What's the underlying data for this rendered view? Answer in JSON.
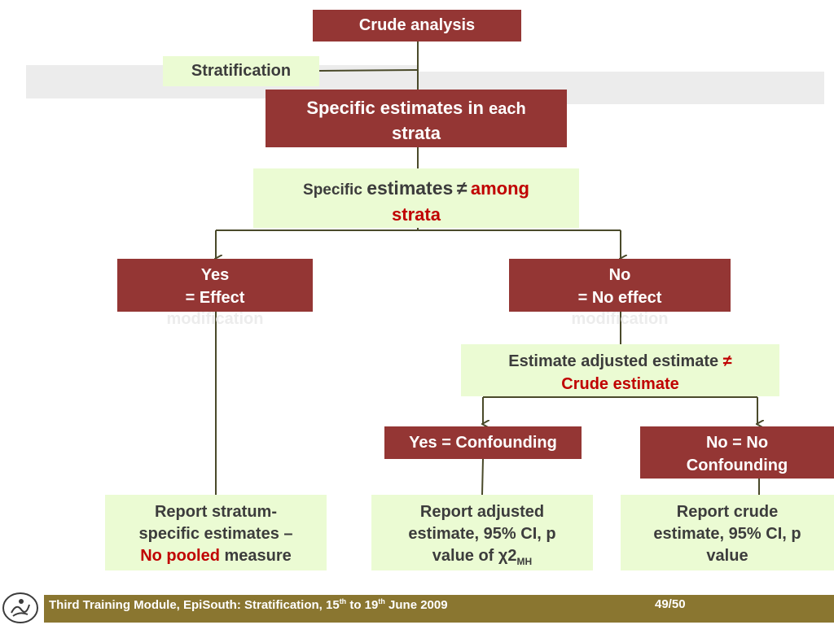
{
  "nodes": {
    "crude_analysis": "Crude analysis",
    "stratification": "Stratification",
    "specific_estimates": {
      "part1": "Specific estimates in ",
      "part2": "each",
      "part3": "strata"
    },
    "among_strata": {
      "part1": "Specific ",
      "part2": "estimates",
      "neq": "≠",
      "part3": "among",
      "part4": "strata"
    },
    "yes_effect": {
      "line1": "Yes",
      "line2": "= Effect",
      "line3": "modification"
    },
    "no_effect": {
      "line1": "No",
      "line2": "= No effect",
      "line3": "modification"
    },
    "adjusted_vs_crude": {
      "part1": "Estimate adjusted estimate ",
      "neq": "≠",
      "part2": "Crude estimate"
    },
    "yes_confounding": "Yes  = Confounding",
    "no_confounding": {
      "line1": "No  = No",
      "line2": "Confounding"
    },
    "report_stratum": {
      "line1": "Report stratum-",
      "line2": "specific estimates –",
      "part3": "No pooled",
      "part4": " measure"
    },
    "report_adjusted": {
      "line1": "Report adjusted",
      "line2": "estimate, 95% CI, p",
      "line3": "value of χ2",
      "sub": "MH"
    },
    "report_crude": {
      "line1": "Report crude",
      "line2": "estimate, 95% CI, p",
      "line3": "value"
    }
  },
  "footer": {
    "text_a": "Third Training Module, EpiSouth: Stratification,  15",
    "sup_a": "th",
    "text_b": " to 19",
    "sup_b": "th",
    "text_c": " June 2009",
    "page": "49/50"
  },
  "colors": {
    "red_box": "#943634",
    "green_box": "#ebfbd3",
    "highlight": "#c00000",
    "footer": "#8a7630",
    "connector": "#4a4a2a"
  },
  "icons": {
    "logo": "episouth-logo-icon"
  }
}
